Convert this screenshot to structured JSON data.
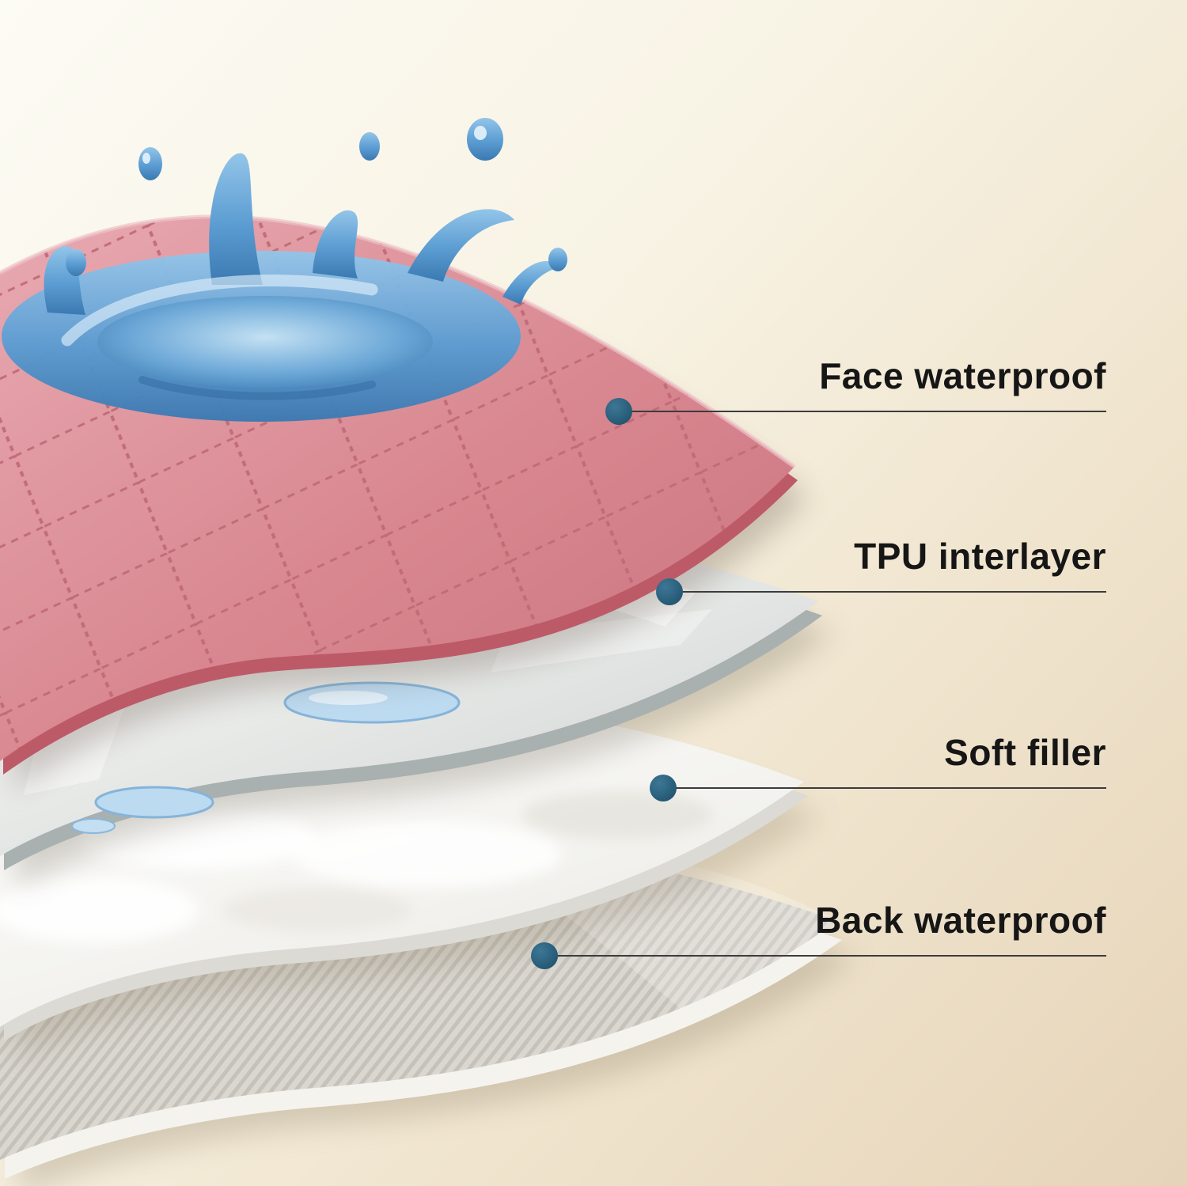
{
  "figure": {
    "name": "waterproof-pad-layer-diagram",
    "callouts": [
      {
        "id": "face-waterproof",
        "label": "Face waterproof"
      },
      {
        "id": "tpu-interlayer",
        "label": "TPU interlayer"
      },
      {
        "id": "soft-filler",
        "label": "Soft filler"
      },
      {
        "id": "back-waterproof",
        "label": "Back waterproof"
      }
    ],
    "layers": [
      {
        "name": "Face waterproof",
        "color": "#d8868f"
      },
      {
        "name": "TPU interlayer",
        "color": "#e6e8e6"
      },
      {
        "name": "Soft filler",
        "color": "#f4f3ef"
      },
      {
        "name": "Back waterproof",
        "color": "#d6d3cc"
      }
    ],
    "colors": {
      "background_start": "#fbfaf3",
      "background_end": "#e6d4b9",
      "marker": "#2a607c",
      "callout_line": "#3c3c3c",
      "label_text": "#161616",
      "water": "#4f94cc"
    }
  }
}
